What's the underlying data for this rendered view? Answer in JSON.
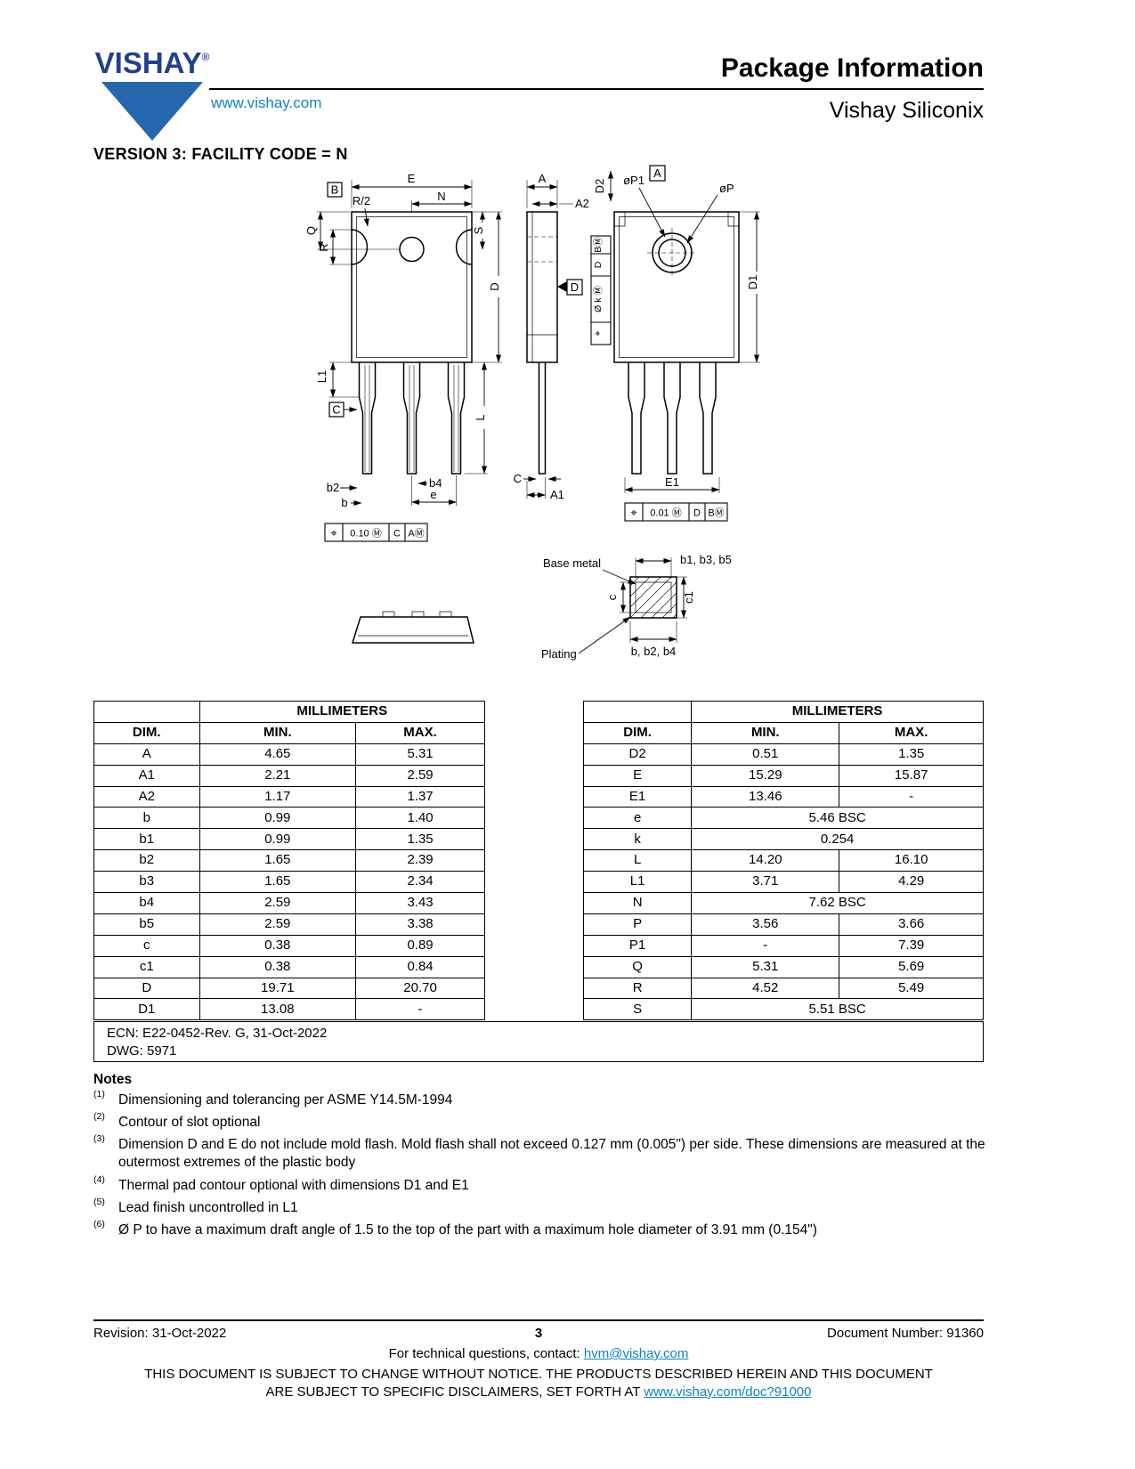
{
  "header": {
    "logo_text": "VISHAY",
    "logo_reg": "®",
    "website": "www.vishay.com",
    "title": "Package Information",
    "subtitle": "Vishay Siliconix"
  },
  "section_title": "VERSION 3: FACILITY CODE = N",
  "drawing": {
    "front": {
      "datum_b": "B",
      "dim_e": "E",
      "dim_r2": "R/2",
      "dim_n": "N",
      "dim_q": "Q",
      "dim_r": "R",
      "dim_s": "S",
      "dim_d": "D",
      "dim_l1": "L1",
      "datum_c": "C",
      "dim_l": "L",
      "dim_b2": "b2",
      "dim_b": "b",
      "dim_b4": "b4",
      "dim_e_pitch": "e",
      "fcf": {
        "sym": "⌖",
        "tol": "0.10 Ⓜ",
        "ref1": "C",
        "ref2": "AⓂ"
      }
    },
    "side": {
      "dim_a": "A",
      "dim_a2": "A2",
      "datum_d": "D",
      "fcf": {
        "sym": "⌖",
        "tol": "Ø k Ⓜ",
        "ref1": "D",
        "ref2": "BⓂ"
      },
      "dim_c": "C",
      "dim_a1": "A1"
    },
    "back": {
      "datum_a": "A",
      "dim_p1": "øP1",
      "dim_p": "øP",
      "dim_d2": "D2",
      "dim_d1": "D1",
      "dim_e1": "E1",
      "fcf": {
        "sym": "⌖",
        "tol": "0.01 Ⓜ",
        "ref1": "D",
        "ref2": "BⓂ"
      }
    },
    "detail": {
      "base_metal": "Base metal",
      "plating": "Plating",
      "top_dims": "b1, b3, b5",
      "bottom_dims": "b, b2, b4",
      "dim_c": "c",
      "dim_c1": "c1"
    }
  },
  "tables": {
    "left": {
      "unit_header": "MILLIMETERS",
      "col_dim": "DIM.",
      "col_min": "MIN.",
      "col_max": "MAX.",
      "rows": [
        {
          "dim": "A",
          "min": "4.65",
          "max": "5.31"
        },
        {
          "dim": "A1",
          "min": "2.21",
          "max": "2.59"
        },
        {
          "dim": "A2",
          "min": "1.17",
          "max": "1.37"
        },
        {
          "dim": "b",
          "min": "0.99",
          "max": "1.40"
        },
        {
          "dim": "b1",
          "min": "0.99",
          "max": "1.35"
        },
        {
          "dim": "b2",
          "min": "1.65",
          "max": "2.39"
        },
        {
          "dim": "b3",
          "min": "1.65",
          "max": "2.34"
        },
        {
          "dim": "b4",
          "min": "2.59",
          "max": "3.43"
        },
        {
          "dim": "b5",
          "min": "2.59",
          "max": "3.38"
        },
        {
          "dim": "c",
          "min": "0.38",
          "max": "0.89"
        },
        {
          "dim": "c1",
          "min": "0.38",
          "max": "0.84"
        },
        {
          "dim": "D",
          "min": "19.71",
          "max": "20.70"
        },
        {
          "dim": "D1",
          "min": "13.08",
          "max": "-"
        }
      ]
    },
    "right": {
      "unit_header": "MILLIMETERS",
      "col_dim": "DIM.",
      "col_min": "MIN.",
      "col_max": "MAX.",
      "rows": [
        {
          "dim": "D2",
          "min": "0.51",
          "max": "1.35"
        },
        {
          "dim": "E",
          "min": "15.29",
          "max": "15.87"
        },
        {
          "dim": "E1",
          "min": "13.46",
          "max": "-"
        },
        {
          "dim": "e",
          "span": "5.46 BSC"
        },
        {
          "dim": "k",
          "span": "0.254"
        },
        {
          "dim": "L",
          "min": "14.20",
          "max": "16.10"
        },
        {
          "dim": "L1",
          "min": "3.71",
          "max": "4.29"
        },
        {
          "dim": "N",
          "span": "7.62 BSC"
        },
        {
          "dim": "P",
          "min": "3.56",
          "max": "3.66"
        },
        {
          "dim": "P1",
          "min": "-",
          "max": "7.39"
        },
        {
          "dim": "Q",
          "min": "5.31",
          "max": "5.69"
        },
        {
          "dim": "R",
          "min": "4.52",
          "max": "5.49"
        },
        {
          "dim": "S",
          "span": "5.51 BSC"
        }
      ]
    },
    "ecn_line1": "ECN: E22-0452-Rev. G, 31-Oct-2022",
    "ecn_line2": "DWG: 5971"
  },
  "notes": {
    "title": "Notes",
    "items": [
      {
        "num": "(1)",
        "text": "Dimensioning and tolerancing per ASME Y14.5M-1994"
      },
      {
        "num": "(2)",
        "text": "Contour of slot optional"
      },
      {
        "num": "(3)",
        "text": "Dimension D and E do not include mold flash. Mold flash shall not exceed 0.127 mm (0.005\") per side. These dimensions are measured at the outermost extremes of the plastic body"
      },
      {
        "num": "(4)",
        "text": "Thermal pad contour optional with dimensions D1 and E1"
      },
      {
        "num": "(5)",
        "text": "Lead finish uncontrolled in L1"
      },
      {
        "num": "(6)",
        "text": "Ø P to have a maximum draft angle of 1.5 to the top of the part with a maximum hole diameter of 3.91 mm (0.154\")"
      }
    ]
  },
  "footer": {
    "revision": "Revision: 31-Oct-2022",
    "page_number": "3",
    "doc_number": "Document Number: 91360",
    "contact_prefix": "For technical questions, contact: ",
    "contact_email": "hvm@vishay.com",
    "disclaimer_line1": "THIS DOCUMENT IS SUBJECT TO CHANGE WITHOUT NOTICE. THE PRODUCTS DESCRIBED HEREIN AND THIS DOCUMENT",
    "disclaimer_line2_prefix": "ARE SUBJECT TO SPECIFIC DISCLAIMERS, SET FORTH AT ",
    "disclaimer_link": "www.vishay.com/doc?91000"
  },
  "colors": {
    "vishay_word_blue": "#223f8f",
    "vishay_triangle_blue": "#2767b0",
    "link_blue": "#0e82c6"
  }
}
